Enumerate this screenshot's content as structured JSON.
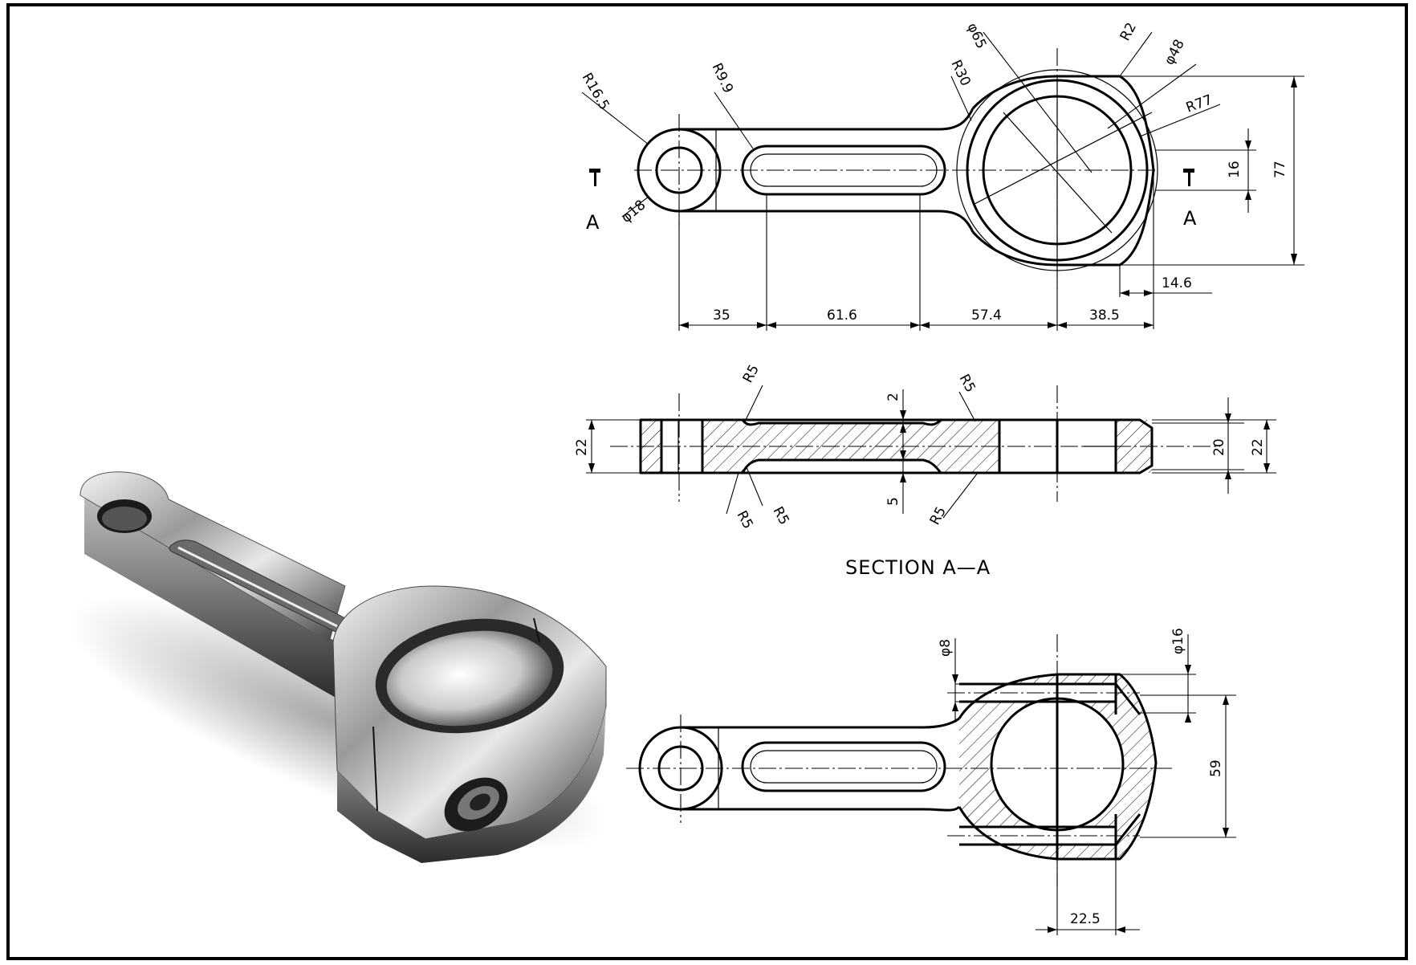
{
  "section_title": "SECTION A—A",
  "section_marks": {
    "left": "A",
    "right": "A"
  },
  "top_view": {
    "radius_small_end": "R16.5",
    "radius_slot": "R9.9",
    "radius_fillet": "R30",
    "dia_outer": "φ65",
    "radius_corner": "R2",
    "dia_bore": "φ48",
    "radius_side": "R77",
    "dia_pin": "φ18",
    "height_total": "77",
    "width_flat": "16",
    "offset_right": "14.6",
    "len_1": "35",
    "len_2": "61.6",
    "len_3": "57.4",
    "len_4": "38.5"
  },
  "section_view": {
    "r_top_left": "R5",
    "r_top_right": "R5",
    "thk_top": "2",
    "thk_bottom": "5",
    "r_bot_1": "R5",
    "r_bot_2": "R5",
    "r_bot_3": "R5",
    "height_left": "22",
    "height_inner": "20",
    "height_right": "22"
  },
  "bottom_view": {
    "dia_bolt": "φ8",
    "dia_counterbore": "φ16",
    "height_59": "59",
    "width_22_5": "22.5"
  }
}
